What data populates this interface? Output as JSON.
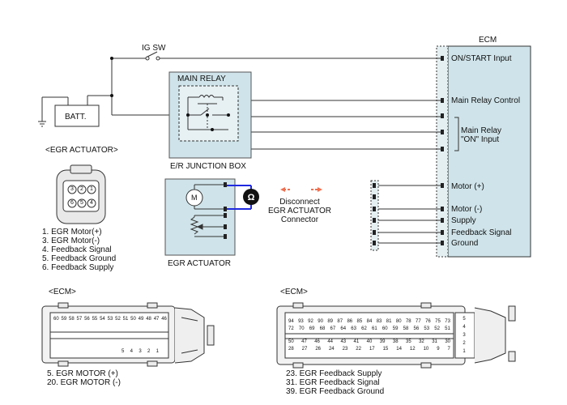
{
  "diagram": {
    "ecm_title": "ECM",
    "ig_sw": "IG SW",
    "batt": "BATT.",
    "main_relay": "MAIN RELAY",
    "er_junction_box": "E/R JUNCTION BOX",
    "egr_actuator_section": "<EGR ACTUATOR>",
    "egr_actuator_box": "EGR ACTUATOR",
    "motor_symbol": "M",
    "ecm_pins": {
      "on_start": "ON/START Input",
      "main_relay_control": "Main Relay Control",
      "main_relay_on_input_1": "Main Relay",
      "main_relay_on_input_2": "\"ON\" Input",
      "motor_plus": "Motor (+)",
      "motor_minus": "Motor (-)",
      "supply": "Supply",
      "feedback_signal": "Feedback Signal",
      "ground": "Ground"
    },
    "disconnect_note": [
      "Disconnect",
      "EGR ACTUATOR",
      "Connector"
    ],
    "actuator_connector_pins": [
      "3",
      "2",
      "1",
      "6",
      "5",
      "4"
    ],
    "actuator_pin_list": [
      "1. EGR Motor(+)",
      "3. EGR Motor(-)",
      "4. Feedback Signal",
      "5. Feedback Ground",
      "6. Feedback Supply"
    ],
    "ecm_section_1": "<ECM>",
    "ecm_section_2": "<ECM>",
    "ecm1_pin_list": [
      "5. EGR MOTOR (+)",
      "20. EGR MOTOR (-)"
    ],
    "ecm2_pin_list": [
      "23. EGR Feedback Supply",
      "31. EGR Feedback Signal",
      "39. EGR Feedback Ground"
    ],
    "ecm1_row1": [
      "60",
      "59",
      "58",
      "57",
      "56",
      "55",
      "54",
      "53",
      "52",
      "51",
      "50",
      "49",
      "48",
      "47",
      "46"
    ],
    "ecm1_row4": [
      "5",
      "4",
      "3",
      "2",
      "1"
    ],
    "ecm2_row1": [
      "94",
      "93",
      "92",
      "90",
      "89",
      "87",
      "86",
      "85",
      "84",
      "83",
      "81",
      "80",
      "78",
      "77",
      "76",
      "75",
      "73"
    ],
    "ecm2_row2": [
      "72",
      "70",
      "69",
      "68",
      "67",
      "64",
      "63",
      "62",
      "61",
      "60",
      "59",
      "58",
      "56",
      "53",
      "52",
      "51"
    ],
    "ecm2_row3": [
      "50",
      "47",
      "46",
      "44",
      "43",
      "41",
      "40",
      "39",
      "38",
      "35",
      "32",
      "31",
      "30"
    ],
    "ecm2_row4": [
      "28",
      "27",
      "26",
      "24",
      "23",
      "22",
      "17",
      "15",
      "14",
      "12",
      "10",
      "9",
      "7"
    ],
    "ecm2_side": [
      "5",
      "4",
      "3",
      "2",
      "1"
    ]
  }
}
